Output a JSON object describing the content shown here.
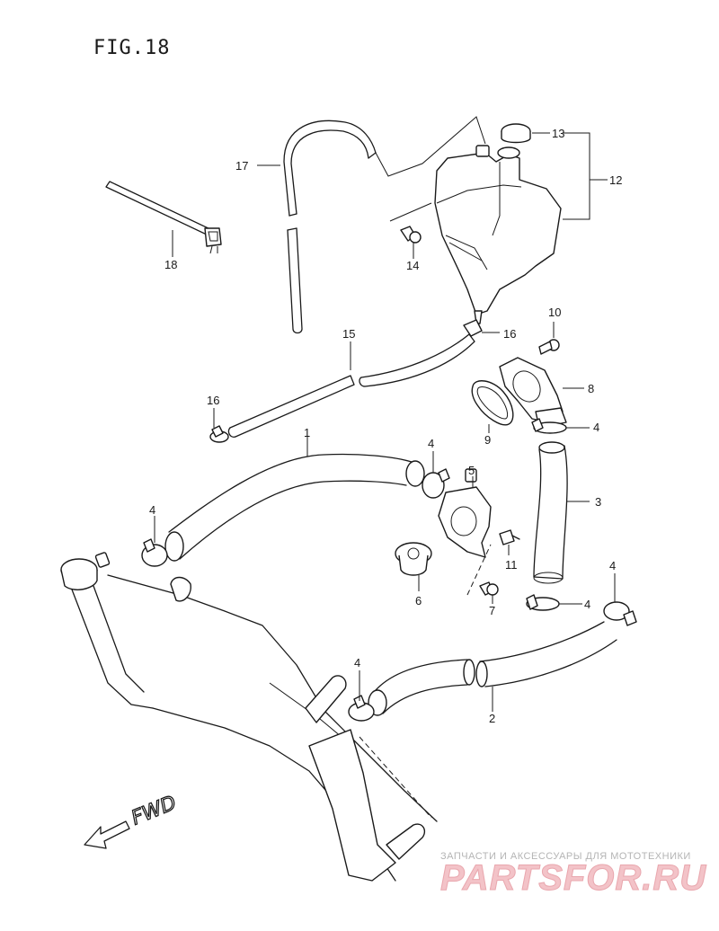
{
  "figure": {
    "title": "FIG.18"
  },
  "direction": {
    "label": "FWD"
  },
  "watermark": {
    "caption": "ЗАПЧАСТИ И АКСЕССУАРЫ ДЛЯ МОТОТЕХНИКИ",
    "brand": "PARTSFOR.RU",
    "brand_color": "#f3c3c8"
  },
  "callouts": [
    {
      "id": "c1",
      "label": "1"
    },
    {
      "id": "c2",
      "label": "2"
    },
    {
      "id": "c3",
      "label": "3"
    },
    {
      "id": "c4a",
      "label": "4"
    },
    {
      "id": "c4b",
      "label": "4"
    },
    {
      "id": "c4c",
      "label": "4"
    },
    {
      "id": "c4d",
      "label": "4"
    },
    {
      "id": "c4e",
      "label": "4"
    },
    {
      "id": "c4f",
      "label": "4"
    },
    {
      "id": "c5",
      "label": "5"
    },
    {
      "id": "c6",
      "label": "6"
    },
    {
      "id": "c7",
      "label": "7"
    },
    {
      "id": "c8",
      "label": "8"
    },
    {
      "id": "c9",
      "label": "9"
    },
    {
      "id": "c10",
      "label": "10"
    },
    {
      "id": "c11",
      "label": "11"
    },
    {
      "id": "c12",
      "label": "12"
    },
    {
      "id": "c13",
      "label": "13"
    },
    {
      "id": "c14",
      "label": "14"
    },
    {
      "id": "c15",
      "label": "15"
    },
    {
      "id": "c16a",
      "label": "16"
    },
    {
      "id": "c16b",
      "label": "16"
    },
    {
      "id": "c17",
      "label": "17"
    },
    {
      "id": "c18",
      "label": "18"
    }
  ]
}
